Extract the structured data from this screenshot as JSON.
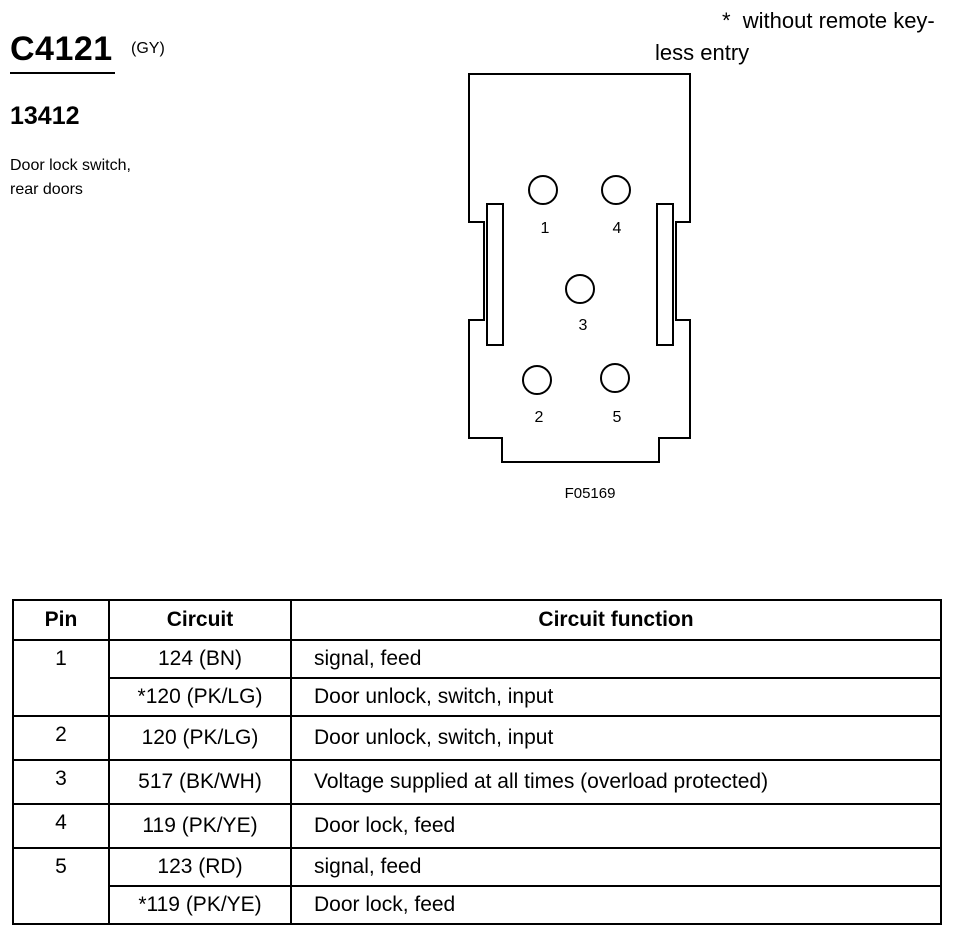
{
  "connector": {
    "id": "C4121",
    "color_code": "(GY)",
    "part_number": "13412",
    "description_line1": "Door lock switch,",
    "description_line2": "rear doors"
  },
  "footnote": {
    "line1": "*  without remote key-",
    "line2": "less entry"
  },
  "diagram": {
    "figure_id": "F05169",
    "pin_labels": [
      "1",
      "4",
      "3",
      "2",
      "5"
    ]
  },
  "table": {
    "headers": [
      "Pin",
      "Circuit",
      "Circuit function"
    ],
    "rows": [
      {
        "pin": "1",
        "circuit": "124 (BN)",
        "function": "signal, feed"
      },
      {
        "pin": "",
        "circuit": "*120 (PK/LG)",
        "function": "Door unlock, switch, input"
      },
      {
        "pin": "2",
        "circuit": "120 (PK/LG)",
        "function": "Door unlock, switch, input"
      },
      {
        "pin": "3",
        "circuit": "517 (BK/WH)",
        "function": "Voltage supplied at all times (overload protected)"
      },
      {
        "pin": "4",
        "circuit": "119 (PK/YE)",
        "function": "Door lock, feed"
      },
      {
        "pin": "5",
        "circuit": "123 (RD)",
        "function": "signal, feed"
      },
      {
        "pin": "",
        "circuit": "*119 (PK/YE)",
        "function": "Door lock, feed"
      }
    ]
  }
}
